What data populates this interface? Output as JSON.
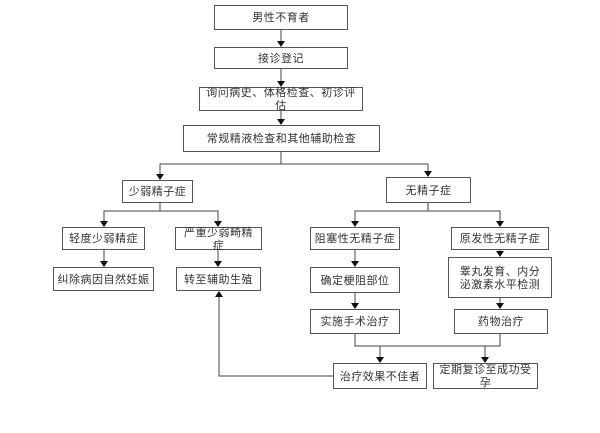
{
  "diagram": {
    "type": "flowchart",
    "nodes": [
      {
        "id": "infertile_male",
        "label": "男性不育者"
      },
      {
        "id": "registration",
        "label": "接诊登记"
      },
      {
        "id": "initial_eval",
        "label": "询问病史、体格检查、初诊评估"
      },
      {
        "id": "semen_exam",
        "label": "常规精液检查和其他辅助检查"
      },
      {
        "id": "oligoastheno",
        "label": "少弱精子症"
      },
      {
        "id": "azoospermia",
        "label": "无精子症"
      },
      {
        "id": "mild_oligo",
        "label": "轻度少弱精症"
      },
      {
        "id": "severe_oat",
        "label": "严重少弱畸精症"
      },
      {
        "id": "natural_pregnancy",
        "label": "纠除病因自然妊娠"
      },
      {
        "id": "art_referral",
        "label": "转至辅助生殖"
      },
      {
        "id": "obstructive",
        "label": "阻塞性无精子症"
      },
      {
        "id": "primary",
        "label": "原发性无精子症"
      },
      {
        "id": "locate_obstruction",
        "label": "确定梗阻部位"
      },
      {
        "id": "hormone_test",
        "label": "睾丸发育、内分泌激素水平检测"
      },
      {
        "id": "surgery",
        "label": "实施手术治疗"
      },
      {
        "id": "medication",
        "label": "药物治疗"
      },
      {
        "id": "poor_outcome",
        "label": "治疗效果不佳者"
      },
      {
        "id": "follow_up",
        "label": "定期复诊至成功受孕"
      }
    ],
    "edges": [
      {
        "from": "infertile_male",
        "to": "registration"
      },
      {
        "from": "registration",
        "to": "initial_eval"
      },
      {
        "from": "initial_eval",
        "to": "semen_exam"
      },
      {
        "from": "semen_exam",
        "to": "oligoastheno"
      },
      {
        "from": "semen_exam",
        "to": "azoospermia"
      },
      {
        "from": "oligoastheno",
        "to": "mild_oligo"
      },
      {
        "from": "oligoastheno",
        "to": "severe_oat"
      },
      {
        "from": "mild_oligo",
        "to": "natural_pregnancy"
      },
      {
        "from": "severe_oat",
        "to": "art_referral"
      },
      {
        "from": "azoospermia",
        "to": "obstructive"
      },
      {
        "from": "azoospermia",
        "to": "primary"
      },
      {
        "from": "obstructive",
        "to": "locate_obstruction"
      },
      {
        "from": "primary",
        "to": "hormone_test"
      },
      {
        "from": "locate_obstruction",
        "to": "surgery"
      },
      {
        "from": "hormone_test",
        "to": "medication"
      },
      {
        "from": "surgery",
        "to": "poor_outcome"
      },
      {
        "from": "surgery",
        "to": "follow_up"
      },
      {
        "from": "medication",
        "to": "poor_outcome"
      },
      {
        "from": "medication",
        "to": "follow_up"
      },
      {
        "from": "poor_outcome",
        "to": "art_referral"
      }
    ]
  }
}
